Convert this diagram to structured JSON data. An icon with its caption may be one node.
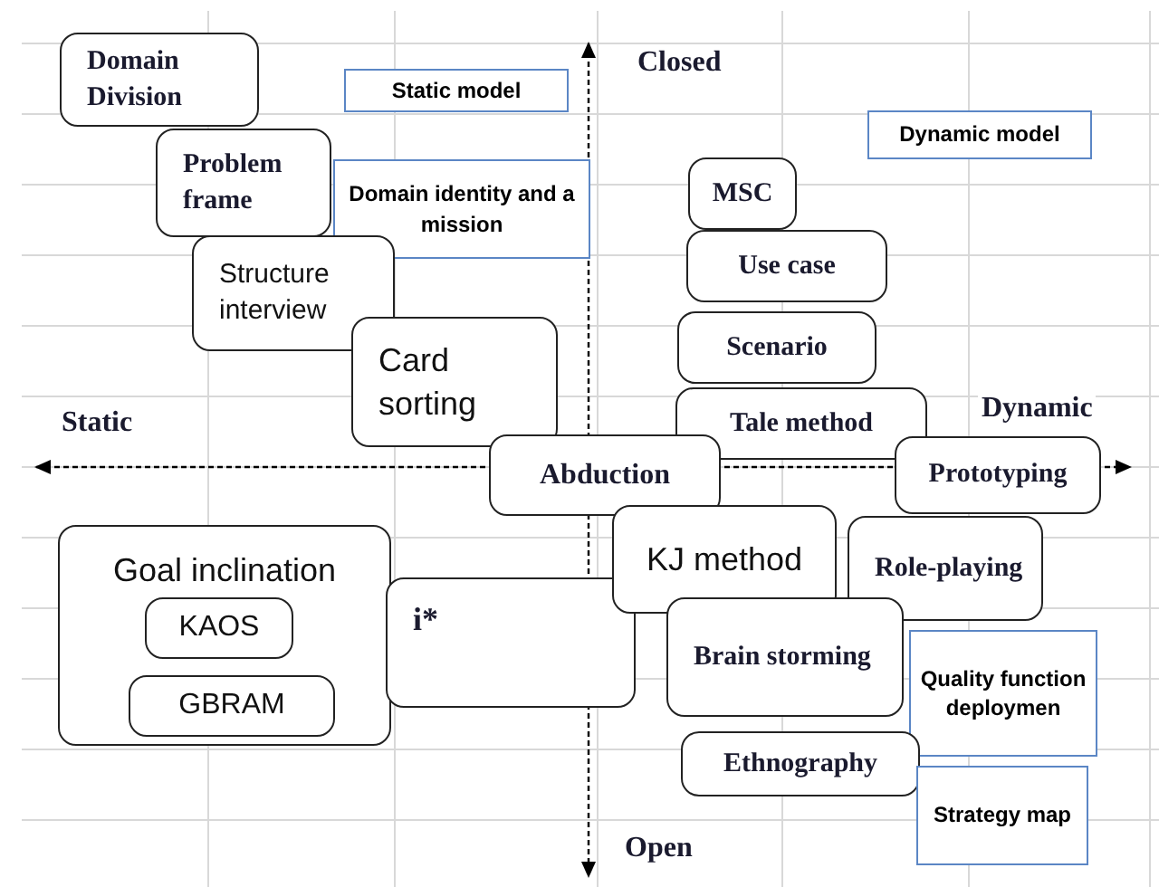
{
  "diagram": {
    "nodes": [
      {
        "text": [
          "Domain Division"
        ]
      },
      {
        "text": [
          "Static model"
        ]
      },
      {
        "text": [
          "Problem frame"
        ]
      },
      {
        "text": [
          "Domain identity and a mission"
        ]
      },
      {
        "text": [
          "Structure interview"
        ]
      },
      {
        "text": [
          "Card sorting"
        ]
      },
      {
        "text": [
          "Dynamic model"
        ]
      },
      {
        "text": [
          "MSC"
        ]
      },
      {
        "text": [
          "Use case"
        ]
      },
      {
        "text": [
          "Scenario"
        ]
      },
      {
        "text": [
          "Tale method"
        ]
      },
      {
        "text": [
          "Abduction"
        ]
      },
      {
        "text": [
          "Prototyping"
        ]
      },
      {
        "text": [
          "Goal inclination"
        ]
      },
      {
        "text": [
          "KAOS"
        ],
        "in": 13
      },
      {
        "text": [
          "GBRAM"
        ],
        "in": 13
      },
      {
        "text": [
          "i*"
        ]
      },
      {
        "text": [
          "KJ method"
        ]
      },
      {
        "text": [
          "Role-playing"
        ]
      },
      {
        "text": [
          "Brain storming"
        ]
      },
      {
        "text": [
          "Quality function deploymen"
        ]
      },
      {
        "text": [
          "Ethnography"
        ]
      },
      {
        "text": [
          "Strategy map"
        ]
      }
    ],
    "edges": [],
    "labels": [
      "Closed",
      "Static",
      "Dynamic",
      "Open"
    ]
  }
}
